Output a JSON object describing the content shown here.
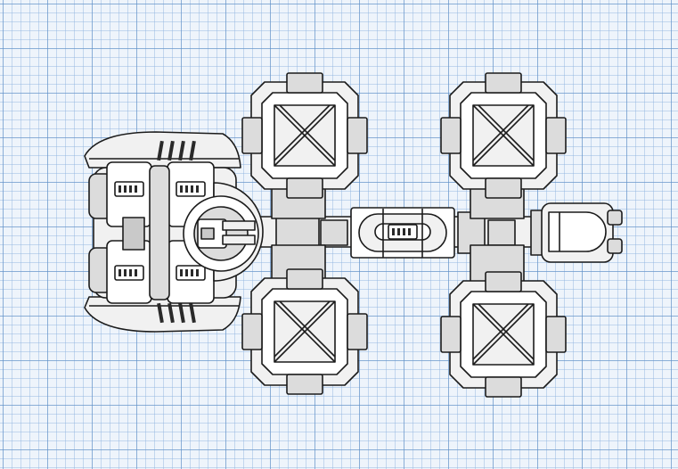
{
  "workplane": {
    "grid_color": "#5c8cc4",
    "background_color": "#eef4fb"
  },
  "model": {
    "name": "",
    "fill_color": "#f1f1f1",
    "outline_color": "#1b1b1b",
    "parts": [
      "front-hull",
      "turret",
      "spine",
      "cargo-pod-top-left",
      "cargo-pod-top-right",
      "cargo-pod-bottom-left",
      "cargo-pod-bottom-right",
      "engine-block"
    ]
  }
}
